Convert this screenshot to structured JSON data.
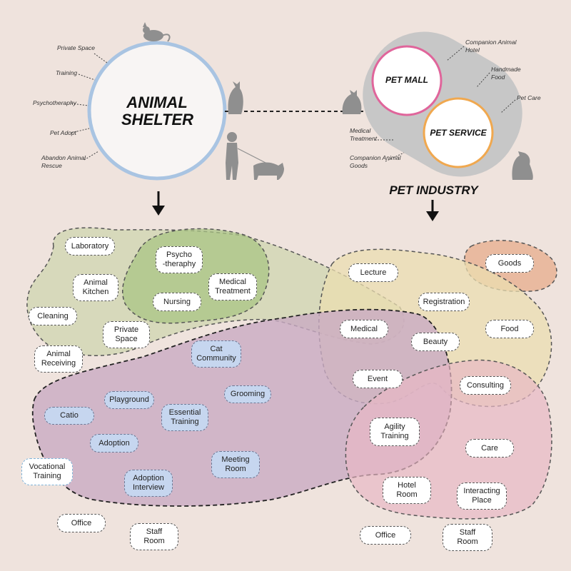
{
  "shelter": {
    "title": "ANIMAL\nSHELTER",
    "labels": [
      "Private Space",
      "Training",
      "Psychotheraphy",
      "Pet Adopt",
      "Abandon Animal\nRescue"
    ]
  },
  "industry": {
    "mall": "PET MALL",
    "service": "PET SERVICE",
    "title": "PET INDUSTRY",
    "labels_right": [
      "Companion Animal\nHotel",
      "Handmade\nFood",
      "Pet Care"
    ],
    "labels_left": [
      "Medical\nTreatment",
      "Companion Animal\nGoods"
    ]
  },
  "pills": {
    "laboratory": "Laboratory",
    "psycho": "Psycho\n-theraphy",
    "animal_kitchen": "Animal\nKitchen",
    "medical_treatment": "Medical\nTreatment",
    "nursing": "Nursing",
    "cleaning": "Cleaning",
    "private_space": "Private\nSpace",
    "animal_receiving": "Animal\nReceiving",
    "cat_community": "Cat\nCommunity",
    "grooming": "Grooming",
    "playground": "Playground",
    "catio": "Catio",
    "essential_training": "Essential\nTraining",
    "adoption": "Adoption",
    "meeting_room": "Meeting\nRoom",
    "adoption_interview": "Adoption\nInterview",
    "vocational_training": "Vocational\nTraining",
    "office_left": "Office",
    "staff_room_left": "Staff\nRoom",
    "lecture": "Lecture",
    "goods": "Goods",
    "registration": "Registration",
    "medical": "Medical",
    "food": "Food",
    "beauty": "Beauty",
    "event": "Event",
    "consulting": "Consulting",
    "agility_training": "Agility\nTraining",
    "care": "Care",
    "hotel_room": "Hotel\nRoom",
    "interacting_place": "Interacting\nPlace",
    "office_right": "Office",
    "staff_room_right": "Staff\nRoom"
  },
  "colors": {
    "background": "#efe3dd",
    "green_zone": "#c3d19e",
    "dark_green_zone": "#a9c484",
    "yellow_zone": "#ebddb0",
    "orange_zone": "#e8b395",
    "purple_zone": "#c9aac3",
    "pink_zone": "#e8b8c4",
    "shelter_ring": "#a9c4e2",
    "mall_ring": "#e0659b",
    "service_ring": "#f0a84f"
  }
}
